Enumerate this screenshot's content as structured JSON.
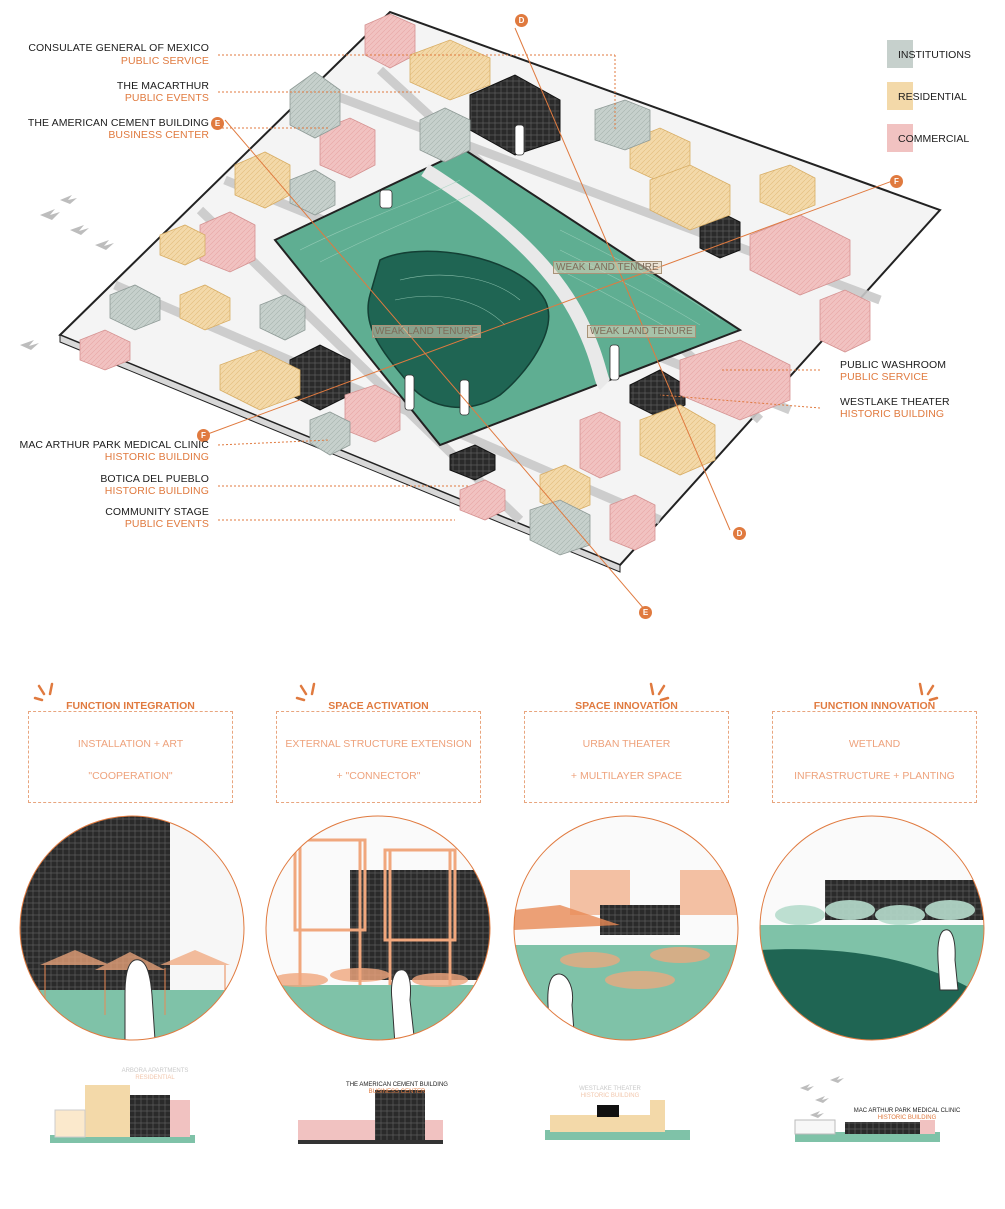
{
  "labels_left": [
    {
      "name": "CONSULATE GENERAL OF MEXICO",
      "category": "PUBLIC SERVICE"
    },
    {
      "name": "THE MACARTHUR",
      "category": "PUBLIC EVENTS"
    },
    {
      "name": "THE AMERICAN CEMENT BUILDING",
      "category": "BUSINESS CENTER"
    },
    {
      "name": "MAC ARTHUR PARK MEDICAL CLINIC",
      "category": "HISTORIC BUILDING"
    },
    {
      "name": "BOTICA DEL PUEBLO",
      "category": "HISTORIC BUILDING"
    },
    {
      "name": "COMMUNITY STAGE",
      "category": "PUBLIC EVENTS"
    }
  ],
  "labels_right": [
    {
      "name": "PUBLIC WASHROOM",
      "category": "PUBLIC SERVICE"
    },
    {
      "name": "WESTLAKE THEATER",
      "category": "HISTORIC BUILDING"
    }
  ],
  "legend": [
    {
      "label": "INSTITUTIONS",
      "color": "#c6d0cc"
    },
    {
      "label": "RESIDENTIAL",
      "color": "#f3d9a9"
    },
    {
      "label": "COMMERCIAL",
      "color": "#f1c2c1"
    }
  ],
  "markers": {
    "d": "D",
    "e": "E",
    "f": "F"
  },
  "tenure_label": "WEAK LAND TENURE",
  "colors": {
    "accent": "#e07a3f",
    "park": "#5fae92",
    "lake": "#1f6553",
    "dark": "#2a2a2a"
  },
  "cards": [
    {
      "title": "FUNCTION INTEGRATION",
      "line1": "INSTALLATION + ART",
      "line2": "\"COOPERATION\""
    },
    {
      "title": "SPACE ACTIVATION",
      "line1": "EXTERNAL STRUCTURE EXTENSION",
      "line2": "+ \"CONNECTOR\""
    },
    {
      "title": "SPACE INNOVATION",
      "line1": "URBAN THEATER",
      "line2": "+ MULTILAYER SPACE"
    },
    {
      "title": "FUNCTION INNOVATION",
      "line1": "WETLAND",
      "line2": "INFRASTRUCTURE + PLANTING"
    }
  ],
  "elevations": [
    {
      "name": "ARBORA APARTMENTS",
      "category": "RESIDENTIAL"
    },
    {
      "name": "THE AMERICAN CEMENT BUILDING",
      "category": "BUSINESS CENTER"
    },
    {
      "name": "WESTLAKE THEATER",
      "category": "HISTORIC BUILDING"
    },
    {
      "name": "MAC ARTHUR PARK MEDICAL CLINIC",
      "category": "HISTORIC BUILDING"
    }
  ]
}
